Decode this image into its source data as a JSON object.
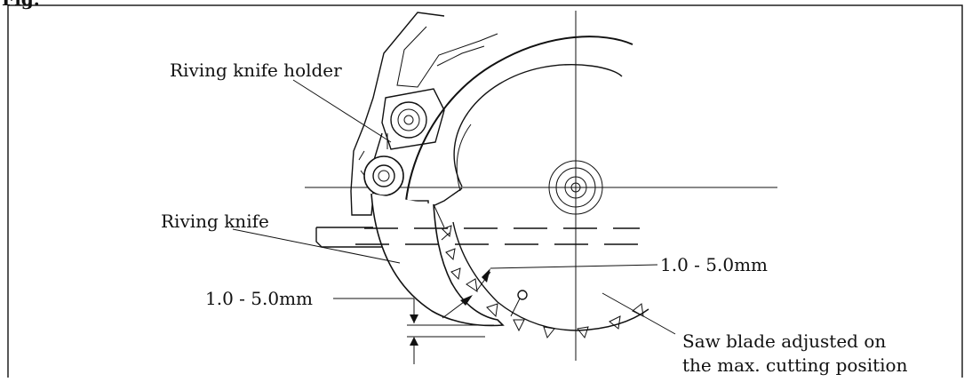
{
  "header": {
    "figure_label": "Fig."
  },
  "labels": {
    "riving_knife_holder": "Riving knife holder",
    "riving_knife": "Riving knife",
    "gap_left": "1.0 - 5.0mm",
    "gap_right": "1.0 - 5.0mm",
    "saw_blade_line1": "Saw blade adjusted on",
    "saw_blade_line2": "the max. cutting position"
  }
}
